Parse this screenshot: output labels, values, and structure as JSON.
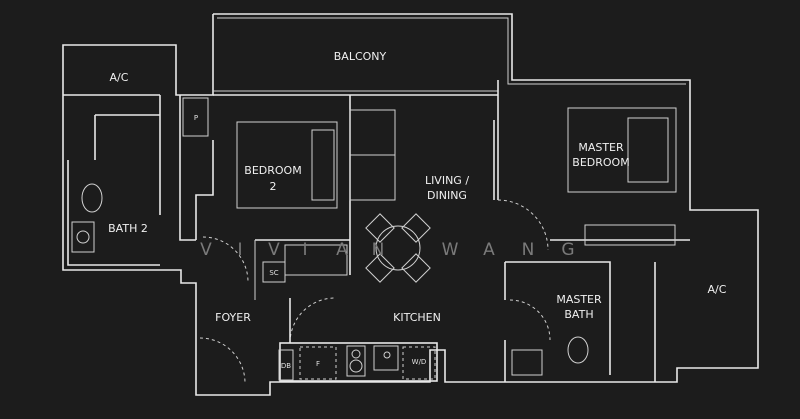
{
  "rooms": {
    "balcony": "BALCONY",
    "ac_left": "A/C",
    "ac_right": "A/C",
    "bedroom2_line1": "BEDROOM",
    "bedroom2_line2": "2",
    "living_line1": "LIVING /",
    "living_line2": "DINING",
    "master_bedroom_line1": "MASTER",
    "master_bedroom_line2": "BEDROOM",
    "bath2": "BATH 2",
    "master_bath_line1": "MASTER",
    "master_bath_line2": "BATH",
    "foyer": "FOYER",
    "kitchen": "KITCHEN"
  },
  "fixtures": {
    "p": "P",
    "sc": "SC",
    "db": "DB",
    "f": "F",
    "wd": "W/D"
  },
  "watermark": [
    "V",
    "I",
    "V",
    "I",
    "A",
    "N",
    "W",
    "A",
    "N",
    "G"
  ],
  "colors": {
    "background": "#1c1c1c",
    "lines": "#e8e8e8",
    "watermark": "#7a7a7a"
  }
}
